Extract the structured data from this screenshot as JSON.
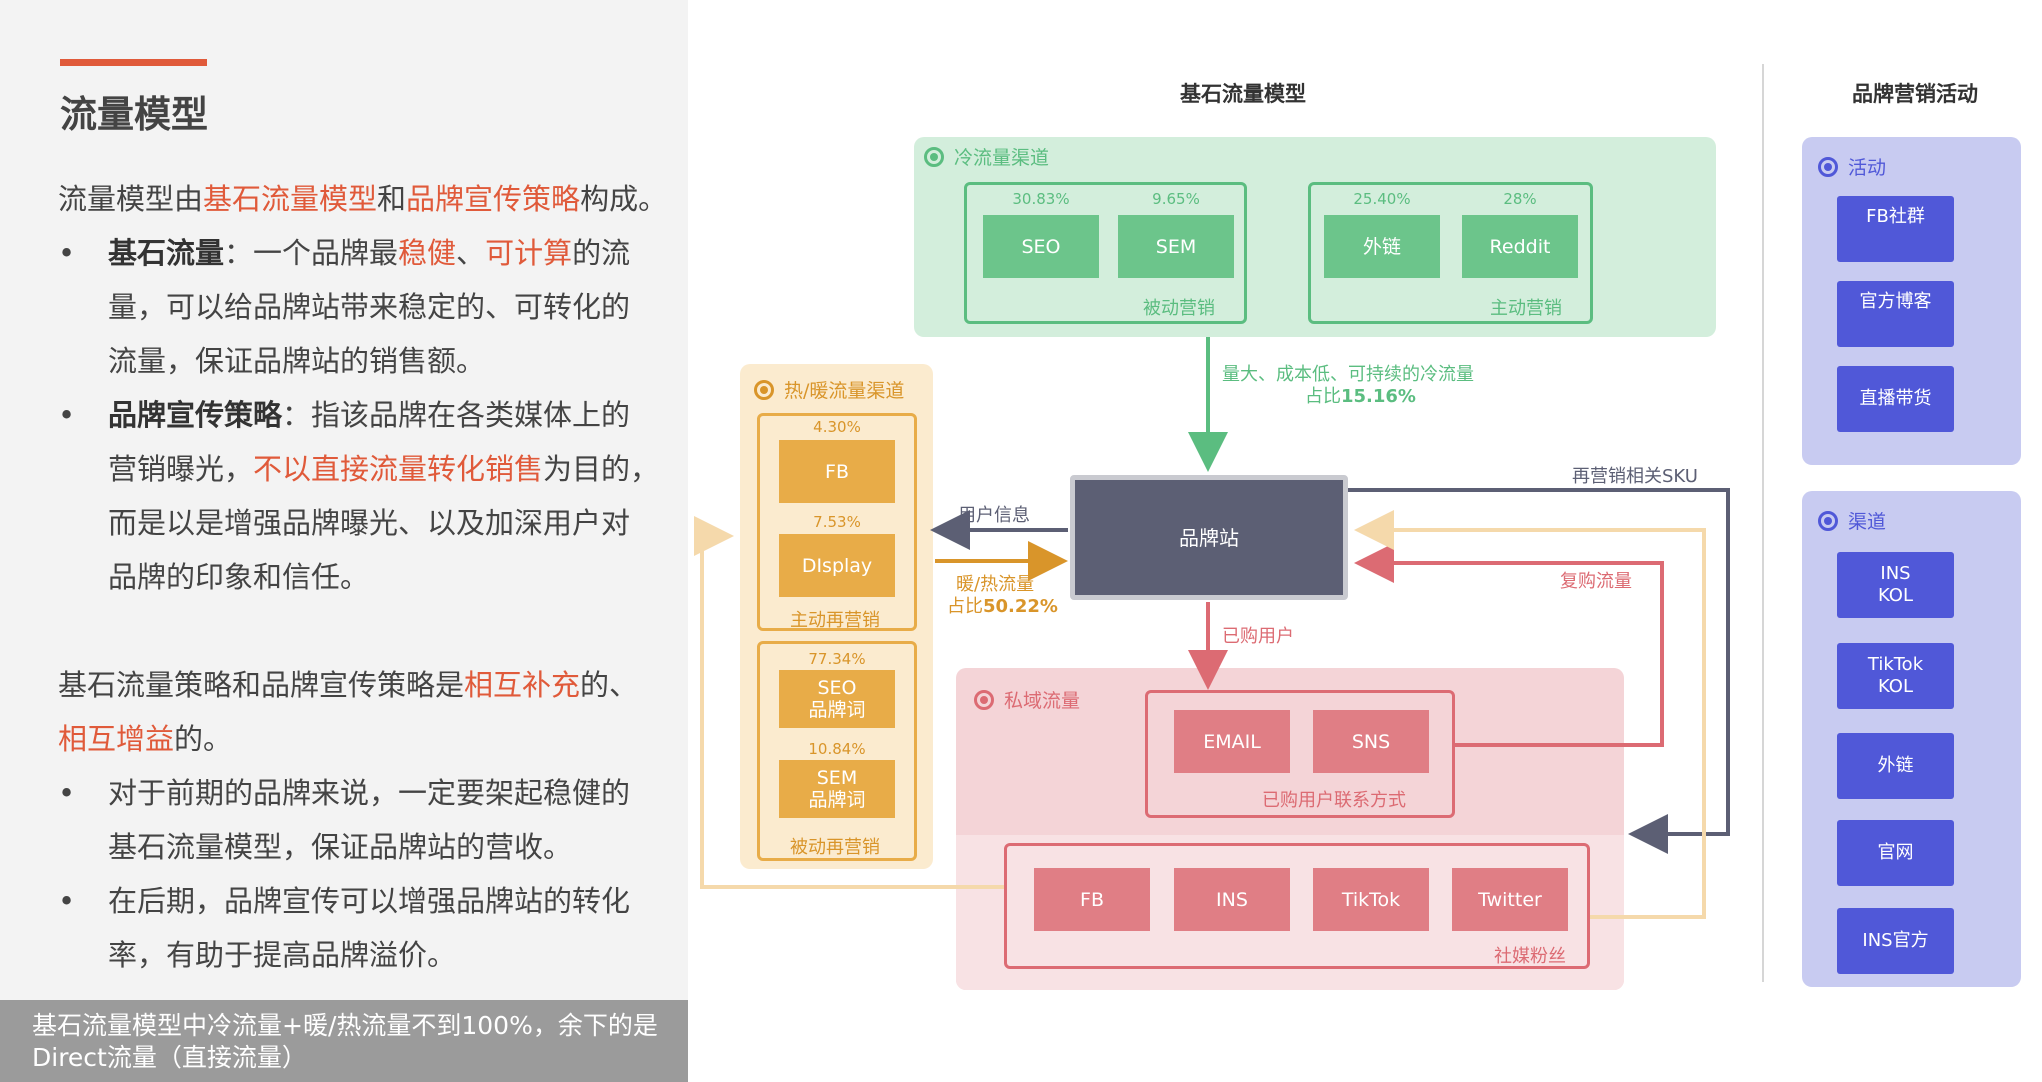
{
  "left": {
    "title": "流量模型",
    "intro": [
      "流量模型由",
      "基石流量模型",
      "和",
      "品牌宣传策略",
      "构成。"
    ],
    "bullets1": [
      {
        "bold": "基石流量",
        "line1_a": "：一个品牌最",
        "line1_h1": "稳健",
        "line1_b": "、",
        "line1_h2": "可计算",
        "line1_c": "的流",
        "line2": "量，可以给品牌站带来稳定的、可转化的",
        "line3": "流量，保证品牌站的销售额。"
      },
      {
        "bold": "品牌宣传策略",
        "line1_a": "：指该品牌在各类媒体上的",
        "line2_a": "营销曝光，",
        "line2_h": "不以直接流量转化销售",
        "line2_b": "为目的，",
        "line3": "而是以是增强品牌曝光、以及加深用户对",
        "line4": "品牌的印象和信任。"
      }
    ],
    "para2": {
      "line1_a": "基石流量策略和品牌宣传策略是",
      "line1_h": "相互补充",
      "line1_b": "的、",
      "line2_h": "相互增益",
      "line2_b": "的。"
    },
    "bullets2": [
      {
        "line1": "对于前期的品牌来说，一定要架起稳健的",
        "line2": "基石流量模型，保证品牌站的营收。"
      },
      {
        "line1": "在后期，品牌宣传可以增强品牌站的转化",
        "line2": "率，有助于提高品牌溢价。"
      }
    ],
    "bullet_char": "•",
    "footer": [
      "基石流量模型中冷流量+暖/热流量不到100%，余下的是",
      "Direct流量（直接流量）"
    ]
  },
  "diagram": {
    "title": "基石流量模型",
    "cold": {
      "header": "冷流量渠道",
      "passive": {
        "label": "被动营销",
        "tiles": [
          {
            "name": "SEO",
            "pct": "30.83%"
          },
          {
            "name": "SEM",
            "pct": "9.65%"
          }
        ]
      },
      "active": {
        "label": "主动营销",
        "tiles": [
          {
            "name": "外链",
            "pct": "25.40%"
          },
          {
            "name": "Reddit",
            "pct": "28%"
          }
        ]
      },
      "flow_line1": "量大、成本低、可持续的冷流量",
      "flow_line2_a": "占比",
      "flow_line2_b": "15.16%"
    },
    "warm": {
      "header": "热/暖流量渠道",
      "active": {
        "label": "主动再营销",
        "tiles": [
          {
            "name": "FB",
            "pct": "4.30%"
          },
          {
            "name": "DIsplay",
            "pct": "7.53%"
          }
        ]
      },
      "passive": {
        "label": "被动再营销",
        "tiles": [
          {
            "name": "SEO\n品牌词",
            "pct": "77.34%"
          },
          {
            "name": "SEM\n品牌词",
            "pct": "10.84%"
          }
        ]
      },
      "flow_line1": "暖/热流量",
      "flow_line2_a": "占比",
      "flow_line2_b": "50.22%"
    },
    "site": "品牌站",
    "user_info": "用户信息",
    "remarketing": "再营销相关SKU",
    "repurchase": "复购流量",
    "purchased": "已购用户",
    "private": {
      "header": "私域流量",
      "contact": {
        "label": "已购用户联系方式",
        "tiles": [
          "EMAIL",
          "SNS"
        ]
      },
      "social": {
        "label": "社媒粉丝",
        "tiles": [
          "FB",
          "INS",
          "TikTok",
          "Twitter"
        ]
      }
    },
    "colors": {
      "cold": "#5bbd80",
      "warm": "#e8ac48",
      "private": "#dc6b73",
      "site": "#5c5f74",
      "brand": "#5058d8"
    }
  },
  "brand": {
    "title": "品牌营销活动",
    "activities": {
      "header": "活动",
      "items": [
        "FB社群",
        "官方博客",
        "直播带货"
      ]
    },
    "channels": {
      "header": "渠道",
      "items": [
        "INS\nKOL",
        "TikTok\nKOL",
        "外链",
        "官网",
        "INS官方"
      ]
    }
  }
}
